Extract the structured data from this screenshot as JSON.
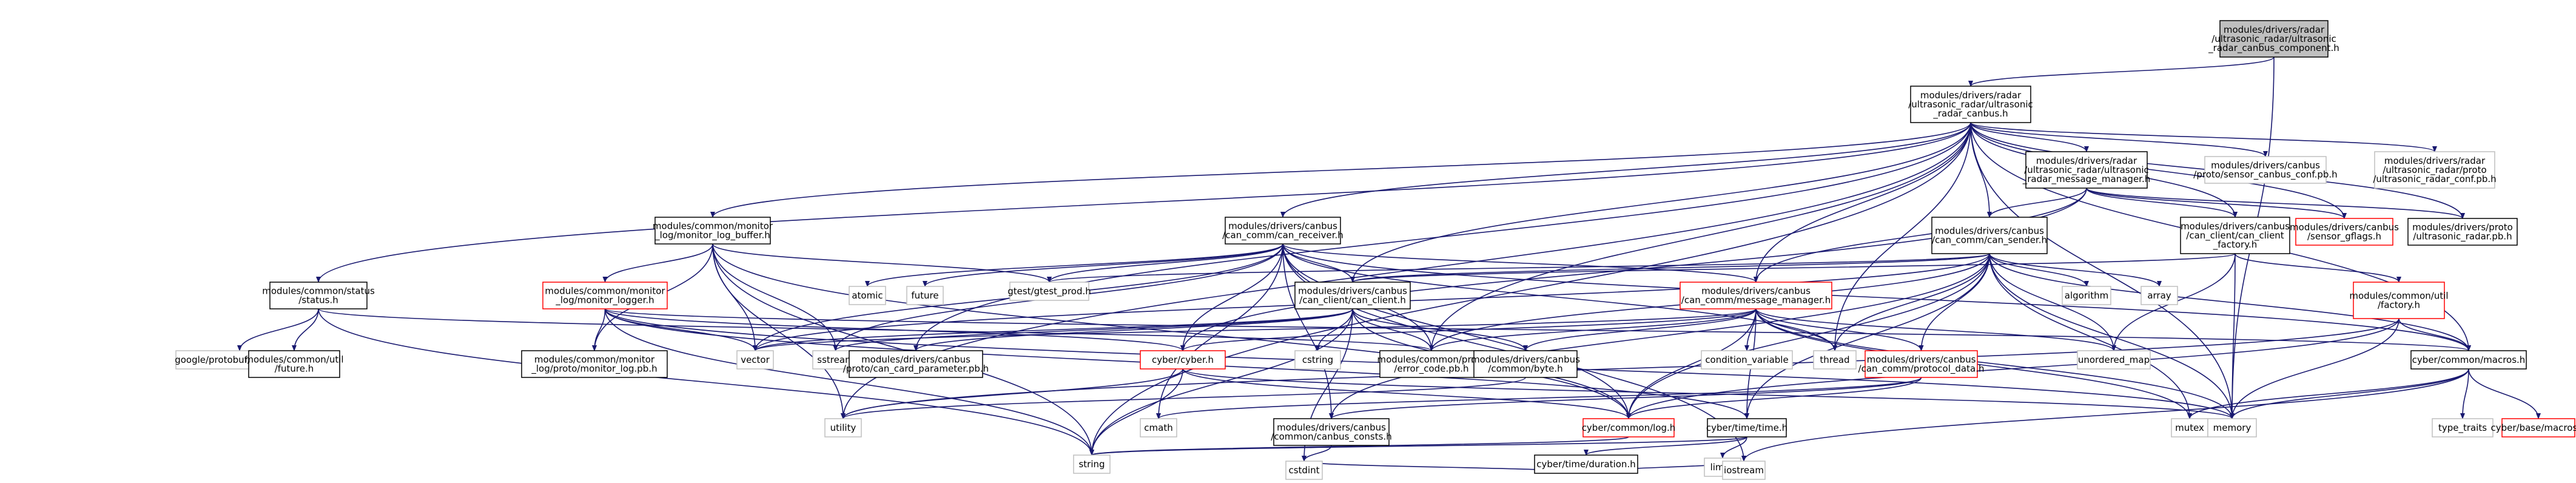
{
  "graph": {
    "colors": {
      "edge": "#191970",
      "node_border": "#000000",
      "node_border_red": "#ff0000",
      "node_border_grey": "#bfbfbf",
      "root_fill": "#bfbfbf",
      "text_red": "#ff0000",
      "text_grey": "#555555"
    },
    "nodes": [
      {
        "id": "root",
        "kind": "root",
        "lines": [
          "modules/drivers/radar",
          "/ultrasonic_radar/ultrasonic",
          "_radar_canbus_component.h"
        ]
      },
      {
        "id": "canbus_h",
        "kind": "black",
        "lines": [
          "modules/drivers/radar",
          "/ultrasonic_radar/ultrasonic",
          "_radar_canbus.h"
        ]
      },
      {
        "id": "msgmgr_h",
        "kind": "black",
        "lines": [
          "modules/drivers/radar",
          "/ultrasonic_radar/ultrasonic",
          "_radar_message_manager.h"
        ]
      },
      {
        "id": "sensor_canbus_conf",
        "kind": "grey",
        "lines": [
          "modules/drivers/canbus",
          "/proto/sensor_canbus_conf.pb.h"
        ]
      },
      {
        "id": "radar_conf",
        "kind": "grey",
        "lines": [
          "modules/drivers/radar",
          "/ultrasonic_radar/proto",
          "/ultrasonic_radar_conf.pb.h"
        ]
      },
      {
        "id": "monitor_log_buffer",
        "kind": "black",
        "lines": [
          "modules/common/monitor",
          "_log/monitor_log_buffer.h"
        ]
      },
      {
        "id": "can_receiver",
        "kind": "black",
        "lines": [
          "modules/drivers/canbus",
          "/can_comm/can_receiver.h"
        ]
      },
      {
        "id": "can_sender",
        "kind": "black",
        "lines": [
          "modules/drivers/canbus",
          "/can_comm/can_sender.h"
        ]
      },
      {
        "id": "can_client_factory",
        "kind": "black",
        "lines": [
          "modules/drivers/canbus",
          "/can_client/can_client",
          "_factory.h"
        ]
      },
      {
        "id": "sensor_gflags",
        "kind": "red",
        "lines": [
          "modules/drivers/canbus",
          "/sensor_gflags.h"
        ]
      },
      {
        "id": "ultrasonic_radar_pb",
        "kind": "black",
        "lines": [
          "modules/drivers/proto",
          "/ultrasonic_radar.pb.h"
        ]
      },
      {
        "id": "status_h",
        "kind": "black",
        "lines": [
          "modules/common/status",
          "/status.h"
        ]
      },
      {
        "id": "monitor_logger",
        "kind": "red",
        "lines": [
          "modules/common/monitor",
          "_log/monitor_logger.h"
        ]
      },
      {
        "id": "gtest_prod",
        "kind": "grey",
        "lines": [
          "gtest/gtest_prod.h"
        ]
      },
      {
        "id": "atomic",
        "kind": "grey",
        "lines": [
          "atomic"
        ]
      },
      {
        "id": "future",
        "kind": "grey",
        "lines": [
          "future"
        ]
      },
      {
        "id": "can_client_h",
        "kind": "black",
        "lines": [
          "modules/drivers/canbus",
          "/can_client/can_client.h"
        ]
      },
      {
        "id": "message_manager",
        "kind": "red",
        "lines": [
          "modules/drivers/canbus",
          "/can_comm/message_manager.h"
        ]
      },
      {
        "id": "algorithm",
        "kind": "grey",
        "lines": [
          "algorithm"
        ]
      },
      {
        "id": "array",
        "kind": "grey",
        "lines": [
          "array"
        ]
      },
      {
        "id": "util_factory",
        "kind": "red",
        "lines": [
          "modules/common/util",
          "/factory.h"
        ]
      },
      {
        "id": "protobuf_descriptor",
        "kind": "grey",
        "lines": [
          "google/protobuf/descriptor.h"
        ]
      },
      {
        "id": "util_future",
        "kind": "black",
        "lines": [
          "modules/common/util",
          "/future.h"
        ]
      },
      {
        "id": "monitor_log_pb",
        "kind": "black",
        "lines": [
          "modules/common/monitor",
          "_log/proto/monitor_log.pb.h"
        ]
      },
      {
        "id": "vector",
        "kind": "grey",
        "lines": [
          "vector"
        ]
      },
      {
        "id": "sstream",
        "kind": "grey",
        "lines": [
          "sstream"
        ]
      },
      {
        "id": "can_card_parameter",
        "kind": "black",
        "lines": [
          "modules/drivers/canbus",
          "/proto/can_card_parameter.pb.h"
        ]
      },
      {
        "id": "cyber_h",
        "kind": "red",
        "lines": [
          "cyber/cyber.h"
        ]
      },
      {
        "id": "cstring",
        "kind": "grey",
        "lines": [
          "cstring"
        ]
      },
      {
        "id": "error_code",
        "kind": "black",
        "lines": [
          "modules/common/proto",
          "/error_code.pb.h"
        ]
      },
      {
        "id": "byte_h",
        "kind": "black",
        "lines": [
          "modules/drivers/canbus",
          "/common/byte.h"
        ]
      },
      {
        "id": "condition_variable",
        "kind": "grey",
        "lines": [
          "condition_variable"
        ]
      },
      {
        "id": "thread",
        "kind": "grey",
        "lines": [
          "thread"
        ]
      },
      {
        "id": "protocol_data",
        "kind": "red",
        "lines": [
          "modules/drivers/canbus",
          "/can_comm/protocol_data.h"
        ]
      },
      {
        "id": "unordered_map",
        "kind": "grey",
        "lines": [
          "unordered_map"
        ]
      },
      {
        "id": "macros_h",
        "kind": "black",
        "lines": [
          "cyber/common/macros.h"
        ]
      },
      {
        "id": "utility",
        "kind": "grey",
        "lines": [
          "utility"
        ]
      },
      {
        "id": "cmath",
        "kind": "grey",
        "lines": [
          "cmath"
        ]
      },
      {
        "id": "canbus_consts",
        "kind": "black",
        "lines": [
          "modules/drivers/canbus",
          "/common/canbus_consts.h"
        ]
      },
      {
        "id": "log_h",
        "kind": "red",
        "lines": [
          "cyber/common/log.h"
        ]
      },
      {
        "id": "time_h",
        "kind": "black",
        "lines": [
          "cyber/time/time.h"
        ]
      },
      {
        "id": "mutex",
        "kind": "grey",
        "lines": [
          "mutex"
        ]
      },
      {
        "id": "memory",
        "kind": "grey",
        "lines": [
          "memory"
        ]
      },
      {
        "id": "type_traits",
        "kind": "grey",
        "lines": [
          "type_traits"
        ]
      },
      {
        "id": "base_macros",
        "kind": "red",
        "lines": [
          "cyber/base/macros.h"
        ]
      },
      {
        "id": "string",
        "kind": "grey",
        "lines": [
          "string"
        ]
      },
      {
        "id": "limits",
        "kind": "grey",
        "lines": [
          "limits"
        ]
      },
      {
        "id": "duration_h",
        "kind": "black",
        "lines": [
          "cyber/time/duration.h"
        ]
      },
      {
        "id": "cstdint",
        "kind": "grey",
        "lines": [
          "cstdint"
        ]
      },
      {
        "id": "iostream",
        "kind": "grey",
        "lines": [
          "iostream"
        ]
      }
    ],
    "edges": [
      [
        "root",
        "canbus_h"
      ],
      [
        "root",
        "memory"
      ],
      [
        "canbus_h",
        "msgmgr_h"
      ],
      [
        "canbus_h",
        "sensor_canbus_conf"
      ],
      [
        "canbus_h",
        "radar_conf"
      ],
      [
        "canbus_h",
        "monitor_log_buffer"
      ],
      [
        "canbus_h",
        "can_receiver"
      ],
      [
        "canbus_h",
        "can_sender"
      ],
      [
        "canbus_h",
        "can_client_factory"
      ],
      [
        "canbus_h",
        "sensor_gflags"
      ],
      [
        "canbus_h",
        "ultrasonic_radar_pb"
      ],
      [
        "canbus_h",
        "status_h"
      ],
      [
        "canbus_h",
        "can_client_h"
      ],
      [
        "canbus_h",
        "message_manager"
      ],
      [
        "canbus_h",
        "can_card_parameter"
      ],
      [
        "canbus_h",
        "error_code"
      ],
      [
        "canbus_h",
        "macros_h"
      ],
      [
        "canbus_h",
        "utility"
      ],
      [
        "canbus_h",
        "string"
      ],
      [
        "canbus_h",
        "memory"
      ],
      [
        "canbus_h",
        "thread"
      ],
      [
        "msgmgr_h",
        "can_sender"
      ],
      [
        "msgmgr_h",
        "can_client_factory"
      ],
      [
        "msgmgr_h",
        "sensor_gflags"
      ],
      [
        "msgmgr_h",
        "ultrasonic_radar_pb"
      ],
      [
        "msgmgr_h",
        "message_manager"
      ],
      [
        "msgmgr_h",
        "cyber_h"
      ],
      [
        "monitor_log_buffer",
        "monitor_logger"
      ],
      [
        "monitor_log_buffer",
        "gtest_prod"
      ],
      [
        "monitor_log_buffer",
        "monitor_log_pb"
      ],
      [
        "monitor_log_buffer",
        "vector"
      ],
      [
        "monitor_log_buffer",
        "sstream"
      ],
      [
        "monitor_log_buffer",
        "log_h"
      ],
      [
        "monitor_log_buffer",
        "string"
      ],
      [
        "monitor_log_buffer",
        "utility"
      ],
      [
        "can_receiver",
        "gtest_prod"
      ],
      [
        "can_receiver",
        "atomic"
      ],
      [
        "can_receiver",
        "future"
      ],
      [
        "can_receiver",
        "can_client_h"
      ],
      [
        "can_receiver",
        "message_manager"
      ],
      [
        "can_receiver",
        "vector"
      ],
      [
        "can_receiver",
        "sstream"
      ],
      [
        "can_receiver",
        "cyber_h"
      ],
      [
        "can_receiver",
        "error_code"
      ],
      [
        "can_receiver",
        "thread"
      ],
      [
        "can_receiver",
        "macros_h"
      ],
      [
        "can_receiver",
        "cmath"
      ],
      [
        "can_receiver",
        "canbus_consts"
      ],
      [
        "can_receiver",
        "log_h"
      ],
      [
        "can_receiver",
        "iostream"
      ],
      [
        "can_sender",
        "gtest_prod"
      ],
      [
        "can_sender",
        "algorithm"
      ],
      [
        "can_sender",
        "array"
      ],
      [
        "can_sender",
        "can_client_h"
      ],
      [
        "can_sender",
        "error_code"
      ],
      [
        "can_sender",
        "thread"
      ],
      [
        "can_sender",
        "protocol_data"
      ],
      [
        "can_sender",
        "unordered_map"
      ],
      [
        "can_sender",
        "macros_h"
      ],
      [
        "can_sender",
        "canbus_consts"
      ],
      [
        "can_sender",
        "log_h"
      ],
      [
        "can_sender",
        "time_h"
      ],
      [
        "can_sender",
        "mutex"
      ],
      [
        "can_sender",
        "memory"
      ],
      [
        "can_sender",
        "vector"
      ],
      [
        "can_client_factory",
        "can_client_h"
      ],
      [
        "can_client_factory",
        "util_factory"
      ],
      [
        "can_client_factory",
        "unordered_map"
      ],
      [
        "can_client_factory",
        "memory"
      ],
      [
        "status_h",
        "protobuf_descriptor"
      ],
      [
        "status_h",
        "util_future"
      ],
      [
        "status_h",
        "error_code"
      ],
      [
        "status_h",
        "string"
      ],
      [
        "monitor_logger",
        "monitor_log_pb"
      ],
      [
        "monitor_logger",
        "vector"
      ],
      [
        "monitor_logger",
        "cyber_h"
      ],
      [
        "monitor_logger",
        "macros_h"
      ],
      [
        "monitor_logger",
        "time_h"
      ],
      [
        "monitor_logger",
        "string"
      ],
      [
        "monitor_logger",
        "memory"
      ],
      [
        "can_client_h",
        "vector"
      ],
      [
        "can_client_h",
        "sstream"
      ],
      [
        "can_client_h",
        "can_card_parameter"
      ],
      [
        "can_client_h",
        "cstring"
      ],
      [
        "can_client_h",
        "error_code"
      ],
      [
        "can_client_h",
        "byte_h"
      ],
      [
        "can_client_h",
        "log_h"
      ],
      [
        "can_client_h",
        "string"
      ],
      [
        "can_client_h",
        "cstdint"
      ],
      [
        "message_manager",
        "vector"
      ],
      [
        "message_manager",
        "error_code"
      ],
      [
        "message_manager",
        "byte_h"
      ],
      [
        "message_manager",
        "condition_variable"
      ],
      [
        "message_manager",
        "thread"
      ],
      [
        "message_manager",
        "protocol_data"
      ],
      [
        "message_manager",
        "unordered_map"
      ],
      [
        "message_manager",
        "cyber_h"
      ],
      [
        "message_manager",
        "log_h"
      ],
      [
        "message_manager",
        "time_h"
      ],
      [
        "message_manager",
        "mutex"
      ],
      [
        "message_manager",
        "memory"
      ],
      [
        "util_factory",
        "macros_h"
      ],
      [
        "util_factory",
        "log_h"
      ],
      [
        "util_factory",
        "memory"
      ],
      [
        "util_factory",
        "utility"
      ],
      [
        "cyber_h",
        "utility"
      ],
      [
        "cyber_h",
        "log_h"
      ],
      [
        "cyber_h",
        "memory"
      ],
      [
        "cyber_h",
        "string"
      ],
      [
        "byte_h",
        "utility"
      ],
      [
        "protocol_data",
        "canbus_consts"
      ],
      [
        "protocol_data",
        "log_h"
      ],
      [
        "protocol_data",
        "cmath"
      ],
      [
        "macros_h",
        "type_traits"
      ],
      [
        "macros_h",
        "base_macros"
      ],
      [
        "macros_h",
        "memory"
      ],
      [
        "macros_h",
        "mutex"
      ],
      [
        "macros_h",
        "iostream"
      ],
      [
        "canbus_consts",
        "cstdint"
      ],
      [
        "log_h",
        "string"
      ],
      [
        "time_h",
        "limits"
      ],
      [
        "time_h",
        "duration_h"
      ],
      [
        "time_h",
        "string"
      ],
      [
        "duration_h",
        "cstdint"
      ],
      [
        "duration_h",
        "iostream"
      ]
    ]
  }
}
